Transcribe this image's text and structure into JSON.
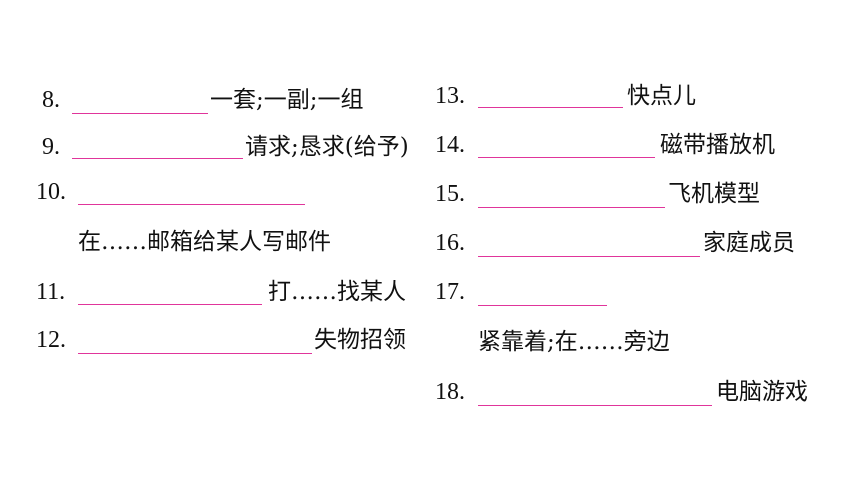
{
  "colors": {
    "text": "#111111",
    "blank_line": "#e0359b",
    "background": "#ffffff"
  },
  "items": {
    "i8": {
      "number": "8.",
      "meaning": "一套;一副;一组"
    },
    "i9": {
      "number": "9.",
      "meaning": "请求;恳求(给予)"
    },
    "i10": {
      "number": "10.",
      "meaning": "在……邮箱给某人写邮件"
    },
    "i11": {
      "number": "11.",
      "meaning": "打……找某人"
    },
    "i12": {
      "number": "12.",
      "meaning": "失物招领"
    },
    "i13": {
      "number": "13.",
      "meaning": "快点儿"
    },
    "i14": {
      "number": "14.",
      "meaning": "磁带播放机"
    },
    "i15": {
      "number": "15.",
      "meaning": "飞机模型"
    },
    "i16": {
      "number": "16.",
      "meaning": "家庭成员"
    },
    "i17": {
      "number": "17.",
      "meaning": "紧靠着;在……旁边"
    },
    "i18": {
      "number": "18.",
      "meaning": "电脑游戏"
    }
  }
}
